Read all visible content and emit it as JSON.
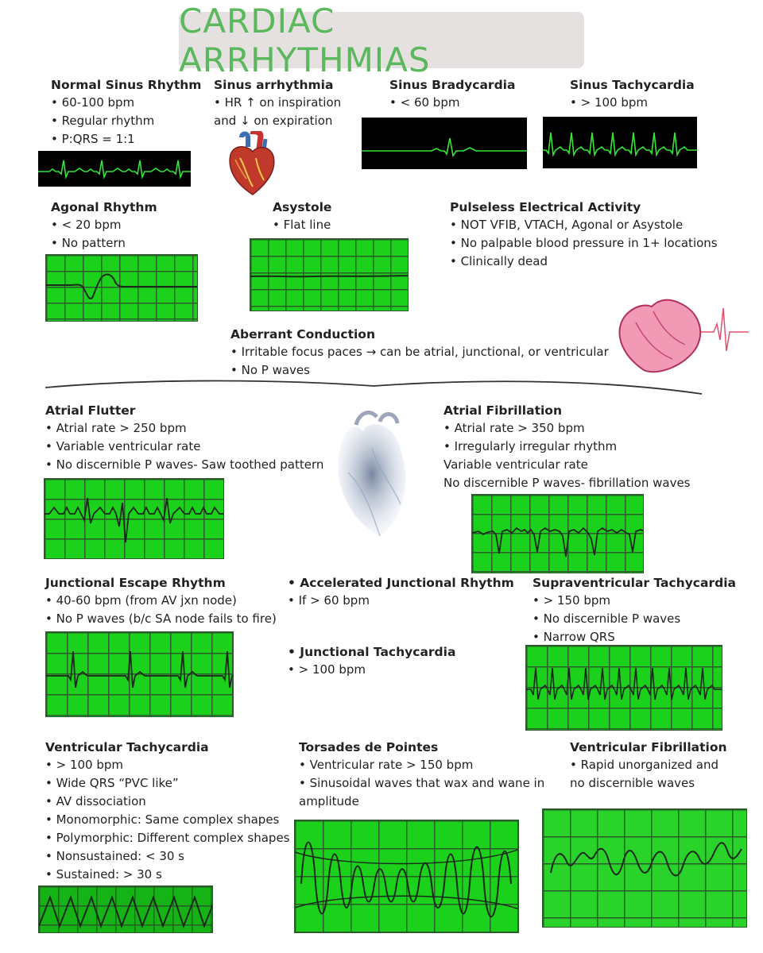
{
  "title": "CARDIAC ARRHYTHMIAS",
  "sections": {
    "nsr": {
      "title": "Normal Sinus Rhythm",
      "lines": [
        "• 60-100 bpm",
        "• Regular rhythm",
        "• P:QRS = 1:1"
      ]
    },
    "sa": {
      "title": "Sinus arrhythmia",
      "lines": [
        "• HR ↑ on inspiration",
        "and ↓ on expiration"
      ]
    },
    "sb": {
      "title": "Sinus Bradycardia",
      "lines": [
        "• < 60 bpm"
      ]
    },
    "st": {
      "title": "Sinus Tachycardia",
      "lines": [
        "• > 100 bpm"
      ]
    },
    "agonal": {
      "title": "Agonal Rhythm",
      "lines": [
        "• < 20 bpm",
        "• No pattern"
      ]
    },
    "asystole": {
      "title": "Asystole",
      "lines": [
        "• Flat line"
      ]
    },
    "pea": {
      "title": "Pulseless Electrical Activity",
      "lines": [
        "• NOT VFIB, VTACH, Agonal or Asystole",
        "• No palpable blood pressure in 1+ locations",
        "• Clinically dead"
      ]
    },
    "aberrant": {
      "title": "Aberrant Conduction",
      "lines": [
        "• Irritable focus paces → can be atrial, junctional, or ventricular",
        "• No P waves"
      ]
    },
    "aflutter": {
      "title": "Atrial Flutter",
      "lines": [
        "• Atrial rate > 250 bpm",
        "• Variable ventricular rate",
        "• No discernible P waves- Saw toothed pattern"
      ]
    },
    "afib": {
      "title": "Atrial Fibrillation",
      "lines": [
        "• Atrial rate > 350 bpm",
        "• Irregularly irregular rhythm",
        "Variable ventricular rate",
        "No discernible P waves- fibrillation waves"
      ]
    },
    "jer": {
      "title": "Junctional Escape Rhythm",
      "lines": [
        "• 40-60 bpm (from AV jxn node)",
        "• No P waves (b/c SA node fails to fire)"
      ]
    },
    "ajr": {
      "title": "• Accelerated Junctional Rhythm",
      "lines": [
        "• If > 60 bpm"
      ]
    },
    "jt": {
      "title": "• Junctional Tachycardia",
      "lines": [
        "• > 100 bpm"
      ]
    },
    "svt": {
      "title": "Supraventricular Tachycardia",
      "lines": [
        "• > 150 bpm",
        "• No discernible P waves",
        "• Narrow QRS"
      ]
    },
    "vt": {
      "title": "Ventricular Tachycardia",
      "lines": [
        "• > 100 bpm",
        "• Wide QRS “PVC like”",
        "• AV dissociation",
        "• Monomorphic: Same complex shapes",
        "• Polymorphic: Different complex shapes",
        "• Nonsustained: < 30 s",
        "• Sustained: > 30 s"
      ]
    },
    "tdp": {
      "title": "Torsades de Pointes",
      "lines": [
        "• Ventricular rate > 150 bpm",
        "• Sinusoidal waves that wax and wane in",
        "amplitude"
      ]
    },
    "vf": {
      "title": "Ventricular Fibrillation",
      "lines": [
        "• Rapid unorganized and",
        "no discernible waves"
      ]
    }
  },
  "colors": {
    "title": "#5cb85c",
    "monitor_trace": "#36e636",
    "grid_bg": "#1bd11b",
    "grid_line": "#2b5a2b"
  },
  "icons": [
    "heart-anatomy-icon",
    "heart-ecg-icon",
    "heart-sketch-icon"
  ]
}
